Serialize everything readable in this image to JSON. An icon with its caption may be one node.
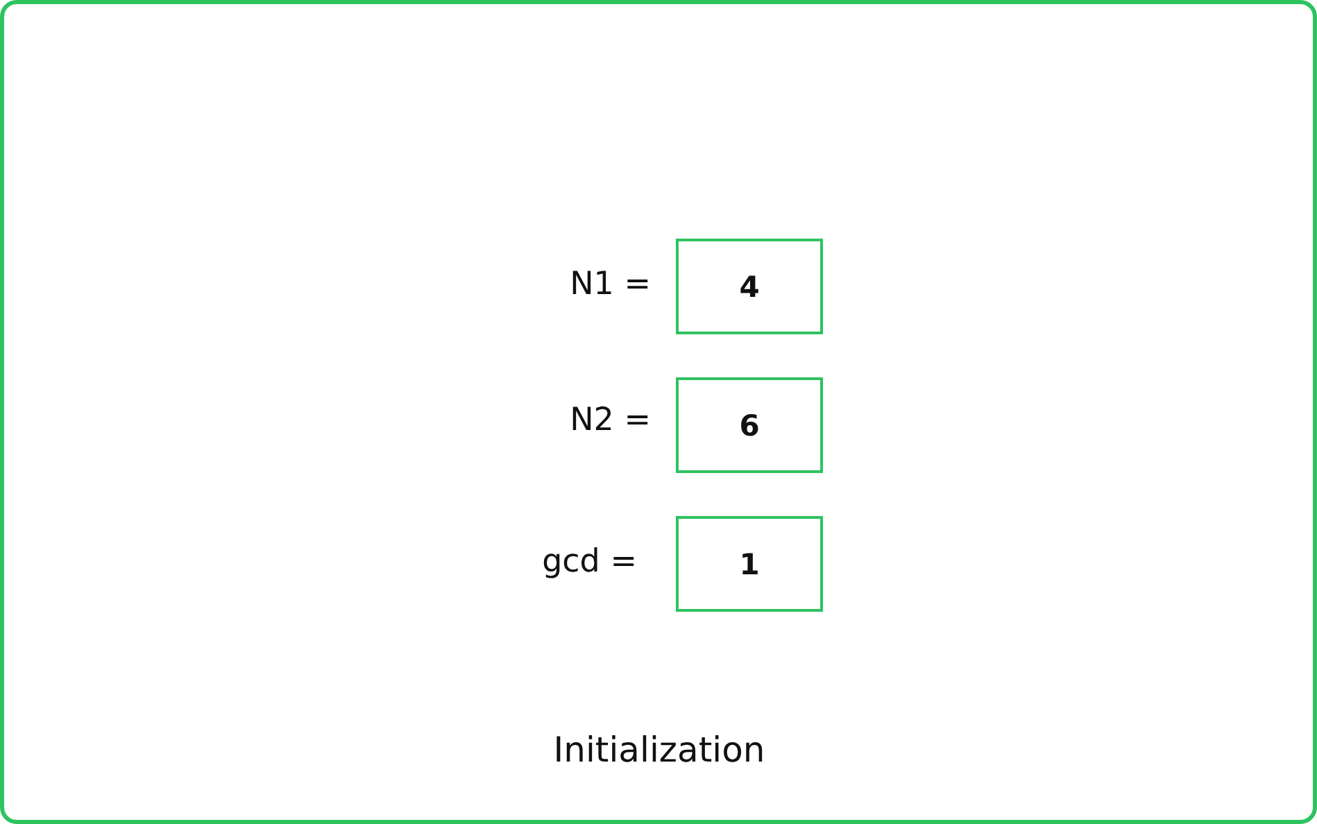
{
  "diagram": {
    "caption": "Initialization",
    "nodes": [
      {
        "text": [
          "4"
        ],
        "beside": [
          "N1 ="
        ]
      },
      {
        "text": [
          "6"
        ],
        "beside": [
          "N2 ="
        ]
      },
      {
        "text": [
          "1"
        ],
        "beside": [
          "gcd ="
        ]
      }
    ]
  }
}
